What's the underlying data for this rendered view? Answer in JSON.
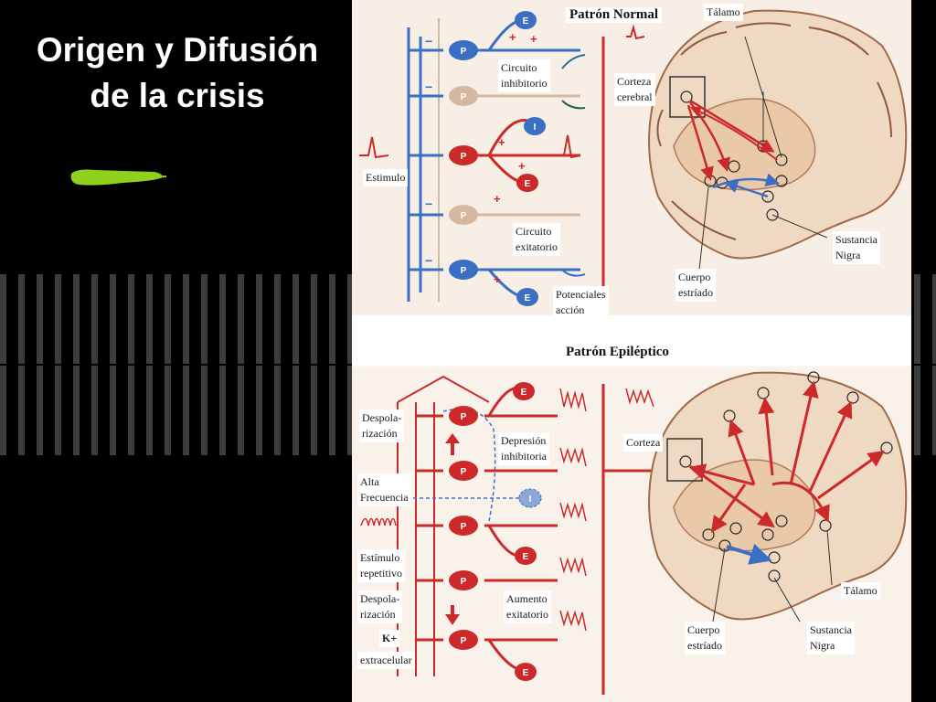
{
  "slide": {
    "title": "Origen y Difusión\nde la crisis"
  },
  "colors": {
    "background": "#000000",
    "accent": "#8fd11c",
    "excitatory": "#cc2a2a",
    "inhibitory": "#3a6fc4",
    "neutral": "#d4b9a0"
  },
  "normal": {
    "header": "Patrón Normal",
    "labels": {
      "circuito_inhibitorio": "Circuito\ninhibitorio",
      "estimulo": "Estimulo",
      "circuito_excitatorio": "Circuito\nexitatorio",
      "potenciales": "Potenciales\nacción",
      "talamo": "Tálamo",
      "corteza": "Corteza\ncerebral",
      "sustancia_nigra": "Sustancia\nNigra",
      "cuerpo_estriado": "Cuerpo\nestríado"
    }
  },
  "epileptic": {
    "header": "Patrón Epiléptico",
    "labels": {
      "despolarizacion_1": "Despola-\nrización",
      "depresion_inhibitoria": "Depresión\ninhibitoria",
      "alta_frecuencia": "Alta\nFrecuencia",
      "estimulo_repetitivo": "Estímulo\nrepetitivo",
      "despolarizacion_2": "Despola-\nrización",
      "aumento_excitatorio": "Aumento\nexitatorio",
      "k_plus": "K+",
      "extracelular": "extracelular",
      "corteza": "Corteza",
      "talamo": "Tálamo",
      "cuerpo_estriado": "Cuerpo\nestríado",
      "sustancia_nigra": "Sustancia\nNigra"
    }
  },
  "neuron_letters": {
    "pyramidal": "P",
    "excitatory": "E",
    "inhibitory": "I"
  }
}
